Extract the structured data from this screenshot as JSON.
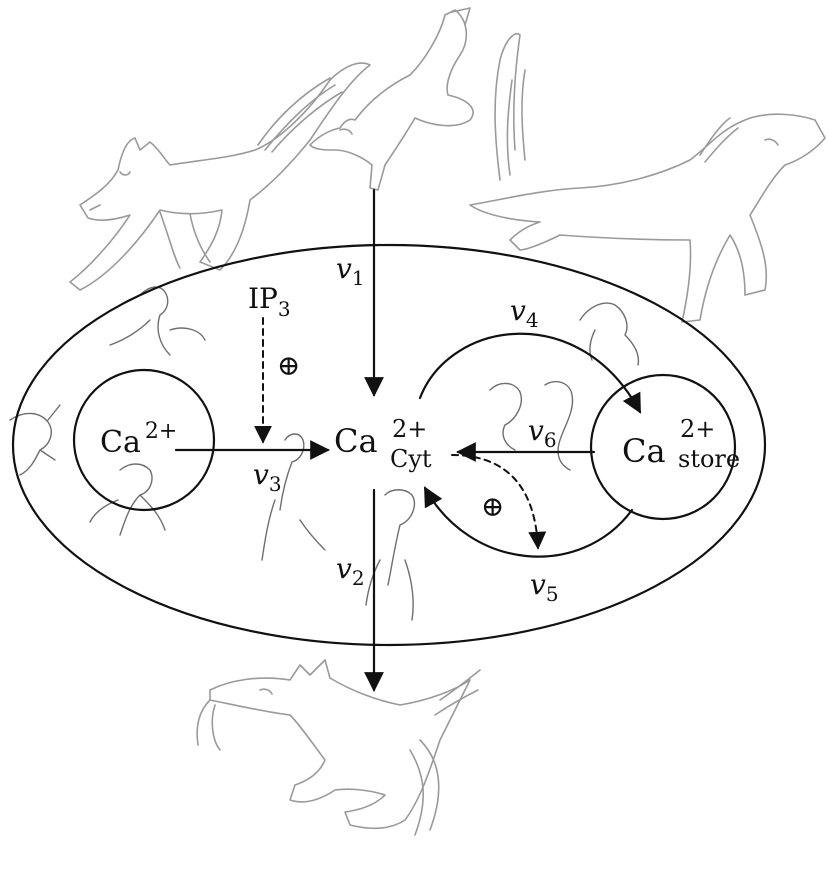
{
  "labels": {
    "ca_left": "Ca",
    "ca_left_sup": "2+",
    "ca_center": "Ca",
    "ca_center_sup": "2+",
    "ca_center_sub": "Cyt",
    "ca_right": "Ca",
    "ca_right_sup": "2+",
    "ca_right_sub": "store",
    "ip3": "IP",
    "ip3_sub": "3",
    "plus_sign": "⊕"
  },
  "fluxes": {
    "v1": {
      "v": "v",
      "n": "1"
    },
    "v2": {
      "v": "v",
      "n": "2"
    },
    "v3": {
      "v": "v",
      "n": "3"
    },
    "v4": {
      "v": "v",
      "n": "4"
    },
    "v5": {
      "v": "v",
      "n": "5"
    },
    "v6": {
      "v": "v",
      "n": "6"
    }
  },
  "drawing": {
    "decorations": [
      "horse-sketch-left",
      "horse-sketch-top",
      "horse-sketch-right",
      "horse-sketch-bottom",
      "small-creature-sketches"
    ]
  }
}
